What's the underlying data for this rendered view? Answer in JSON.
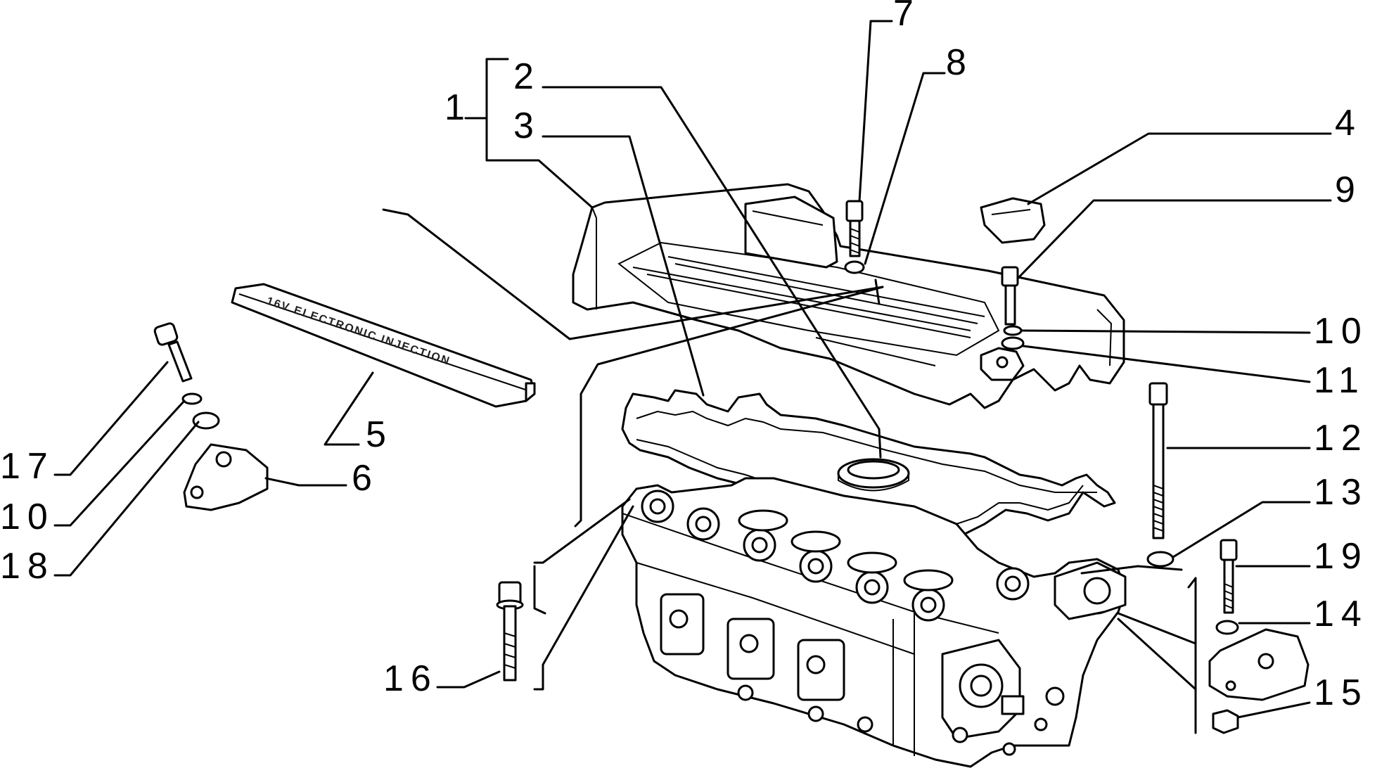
{
  "diagram": {
    "callouts": [
      {
        "id": "c1",
        "label": "1"
      },
      {
        "id": "c2",
        "label": "2"
      },
      {
        "id": "c3",
        "label": "3"
      },
      {
        "id": "c4",
        "label": "4"
      },
      {
        "id": "c5",
        "label": "5"
      },
      {
        "id": "c6",
        "label": "6"
      },
      {
        "id": "c7",
        "label": "7"
      },
      {
        "id": "c8",
        "label": "8"
      },
      {
        "id": "c9",
        "label": "9"
      },
      {
        "id": "c10a",
        "label": "10"
      },
      {
        "id": "c10b",
        "label": "10"
      },
      {
        "id": "c11",
        "label": "11"
      },
      {
        "id": "c12",
        "label": "12"
      },
      {
        "id": "c13",
        "label": "13"
      },
      {
        "id": "c14",
        "label": "14"
      },
      {
        "id": "c15",
        "label": "15"
      },
      {
        "id": "c16",
        "label": "16"
      },
      {
        "id": "c17",
        "label": "17"
      },
      {
        "id": "c18",
        "label": "18"
      },
      {
        "id": "c19",
        "label": "19"
      }
    ],
    "cover_strip_text": "16V ELECTRONIC INJECTION"
  }
}
